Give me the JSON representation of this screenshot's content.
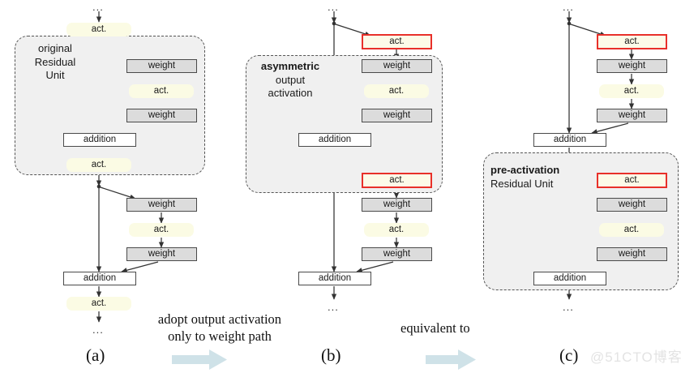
{
  "figure": {
    "title_hidden": "",
    "watermark": "@51CTO博客",
    "labels": {
      "act": "act.",
      "weight": "weight",
      "addition": "addition",
      "dots": "..."
    },
    "colors": {
      "weight_fill": "#dcdcdc",
      "weight_stroke": "#4a4a4a",
      "act_fill": "#fbfbe4",
      "act_highlight_stroke": "#e8302a",
      "act_highlight_fill": "#fcfbe8",
      "group_fill": "#f0f0f0",
      "group_stroke": "#555555",
      "arrow_stroke": "#333333",
      "big_arrow_fill": "#cfe2e8",
      "watermark": "#e3e3e3"
    }
  },
  "panels": [
    {
      "id": "a",
      "panel_label": "(a)",
      "group_label_lines": [
        "original",
        "Residual",
        "Unit"
      ],
      "group_label_bold_index": -1,
      "nodes": [
        {
          "name": "top-dots",
          "type": "dots",
          "text": "..."
        },
        {
          "name": "act-top",
          "type": "act",
          "text": "act."
        },
        {
          "name": "weight-1",
          "type": "weight",
          "text": "weight"
        },
        {
          "name": "act-mid-1",
          "type": "act",
          "text": "act."
        },
        {
          "name": "weight-2",
          "type": "weight",
          "text": "weight"
        },
        {
          "name": "addition-1",
          "type": "addition",
          "text": "addition"
        },
        {
          "name": "act-between",
          "type": "act",
          "text": "act."
        },
        {
          "name": "weight-3",
          "type": "weight",
          "text": "weight"
        },
        {
          "name": "act-mid-2",
          "type": "act",
          "text": "act."
        },
        {
          "name": "weight-4",
          "type": "weight",
          "text": "weight"
        },
        {
          "name": "addition-2",
          "type": "addition",
          "text": "addition"
        },
        {
          "name": "act-bottom",
          "type": "act",
          "text": "act."
        },
        {
          "name": "bottom-dots",
          "type": "dots",
          "text": "..."
        }
      ]
    },
    {
      "id": "b",
      "panel_label": "(b)",
      "group_label_lines": [
        "asymmetric",
        "output",
        "activation"
      ],
      "group_label_bold_index": 0,
      "nodes": [
        {
          "name": "top-dots",
          "type": "dots",
          "text": "..."
        },
        {
          "name": "act-highlight-1",
          "type": "act-highlight",
          "text": "act."
        },
        {
          "name": "weight-1",
          "type": "weight",
          "text": "weight"
        },
        {
          "name": "act-mid-1",
          "type": "act",
          "text": "act."
        },
        {
          "name": "weight-2",
          "type": "weight",
          "text": "weight"
        },
        {
          "name": "addition-1",
          "type": "addition",
          "text": "addition"
        },
        {
          "name": "act-highlight-2",
          "type": "act-highlight",
          "text": "act."
        },
        {
          "name": "weight-3",
          "type": "weight",
          "text": "weight"
        },
        {
          "name": "act-mid-2",
          "type": "act",
          "text": "act."
        },
        {
          "name": "weight-4",
          "type": "weight",
          "text": "weight"
        },
        {
          "name": "addition-2",
          "type": "addition",
          "text": "addition"
        },
        {
          "name": "bottom-dots",
          "type": "dots",
          "text": "..."
        }
      ]
    },
    {
      "id": "c",
      "panel_label": "(c)",
      "group_label_lines": [
        "pre-activation",
        "Residual Unit"
      ],
      "group_label_bold_index": 0,
      "nodes": [
        {
          "name": "top-dots",
          "type": "dots",
          "text": "..."
        },
        {
          "name": "act-highlight-1",
          "type": "act-highlight",
          "text": "act."
        },
        {
          "name": "weight-1",
          "type": "weight",
          "text": "weight"
        },
        {
          "name": "act-mid-1",
          "type": "act",
          "text": "act."
        },
        {
          "name": "weight-2",
          "type": "weight",
          "text": "weight"
        },
        {
          "name": "addition-1",
          "type": "addition",
          "text": "addition"
        },
        {
          "name": "act-highlight-2",
          "type": "act-highlight",
          "text": "act."
        },
        {
          "name": "weight-3",
          "type": "weight",
          "text": "weight"
        },
        {
          "name": "act-mid-2",
          "type": "act",
          "text": "act."
        },
        {
          "name": "weight-4",
          "type": "weight",
          "text": "weight"
        },
        {
          "name": "addition-2",
          "type": "addition",
          "text": "addition"
        },
        {
          "name": "bottom-dots",
          "type": "dots",
          "text": "..."
        }
      ]
    }
  ],
  "transitions": [
    {
      "id": "a-to-b",
      "caption_line_1": "adopt output activation",
      "caption_line_2": "only to weight path"
    },
    {
      "id": "b-to-c",
      "caption_line_1": "equivalent to",
      "caption_line_2": ""
    }
  ]
}
